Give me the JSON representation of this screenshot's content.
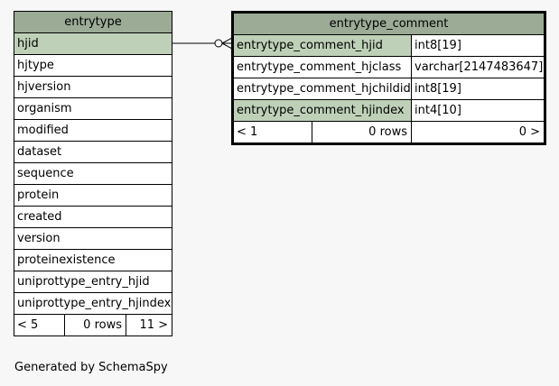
{
  "tables": {
    "entrytype": {
      "name": "entrytype",
      "columns": [
        "hjid",
        "hjtype",
        "hjversion",
        "organism",
        "modified",
        "dataset",
        "sequence",
        "protein",
        "created",
        "version",
        "proteinexistence",
        "uniprottype_entry_hjid",
        "uniprottype_entry_hjindex"
      ],
      "footer": {
        "left": "< 5",
        "rows": "0 rows",
        "right": "11 >"
      }
    },
    "entrytype_comment": {
      "name": "entrytype_comment",
      "columns": [
        {
          "name": "entrytype_comment_hjid",
          "type": "int8[19]"
        },
        {
          "name": "entrytype_comment_hjclass",
          "type": "varchar[2147483647]"
        },
        {
          "name": "entrytype_comment_hjchildid",
          "type": "int8[19]"
        },
        {
          "name": "entrytype_comment_hjindex",
          "type": "int4[10]"
        }
      ],
      "footer": {
        "left": "< 1",
        "rows": "0 rows",
        "right": "0 >"
      }
    }
  },
  "footer_text": "Generated by SchemaSpy",
  "colors": {
    "header": "#9bab96",
    "key_row": "#bed1b8",
    "background": "#f7f7f7"
  }
}
